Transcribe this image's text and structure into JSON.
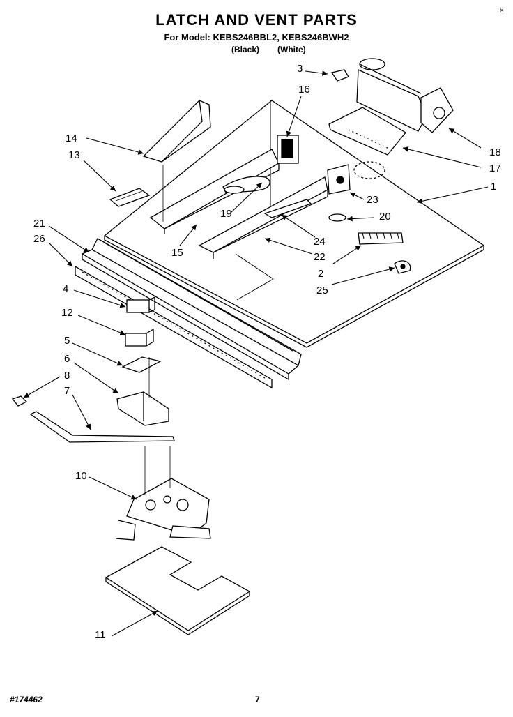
{
  "header": {
    "title": "LATCH AND VENT PARTS",
    "model_line": "For Model: KEBS246BBL2, KEBS246BWH2",
    "variant_black": "(Black)",
    "variant_white": "(White)"
  },
  "callouts": {
    "c1": "1",
    "c2": "2",
    "c3": "3",
    "c4": "4",
    "c5": "5",
    "c6": "6",
    "c7": "7",
    "c8": "8",
    "c10": "10",
    "c11": "11",
    "c12": "12",
    "c13": "13",
    "c14": "14",
    "c15": "15",
    "c16": "16",
    "c17": "17",
    "c18": "18",
    "c19": "19",
    "c20": "20",
    "c21": "21",
    "c22": "22",
    "c23": "23",
    "c24": "24",
    "c25": "25",
    "c26": "26"
  },
  "footer": {
    "part_number": "#174462",
    "page_number": "7",
    "corner_mark": "×"
  }
}
